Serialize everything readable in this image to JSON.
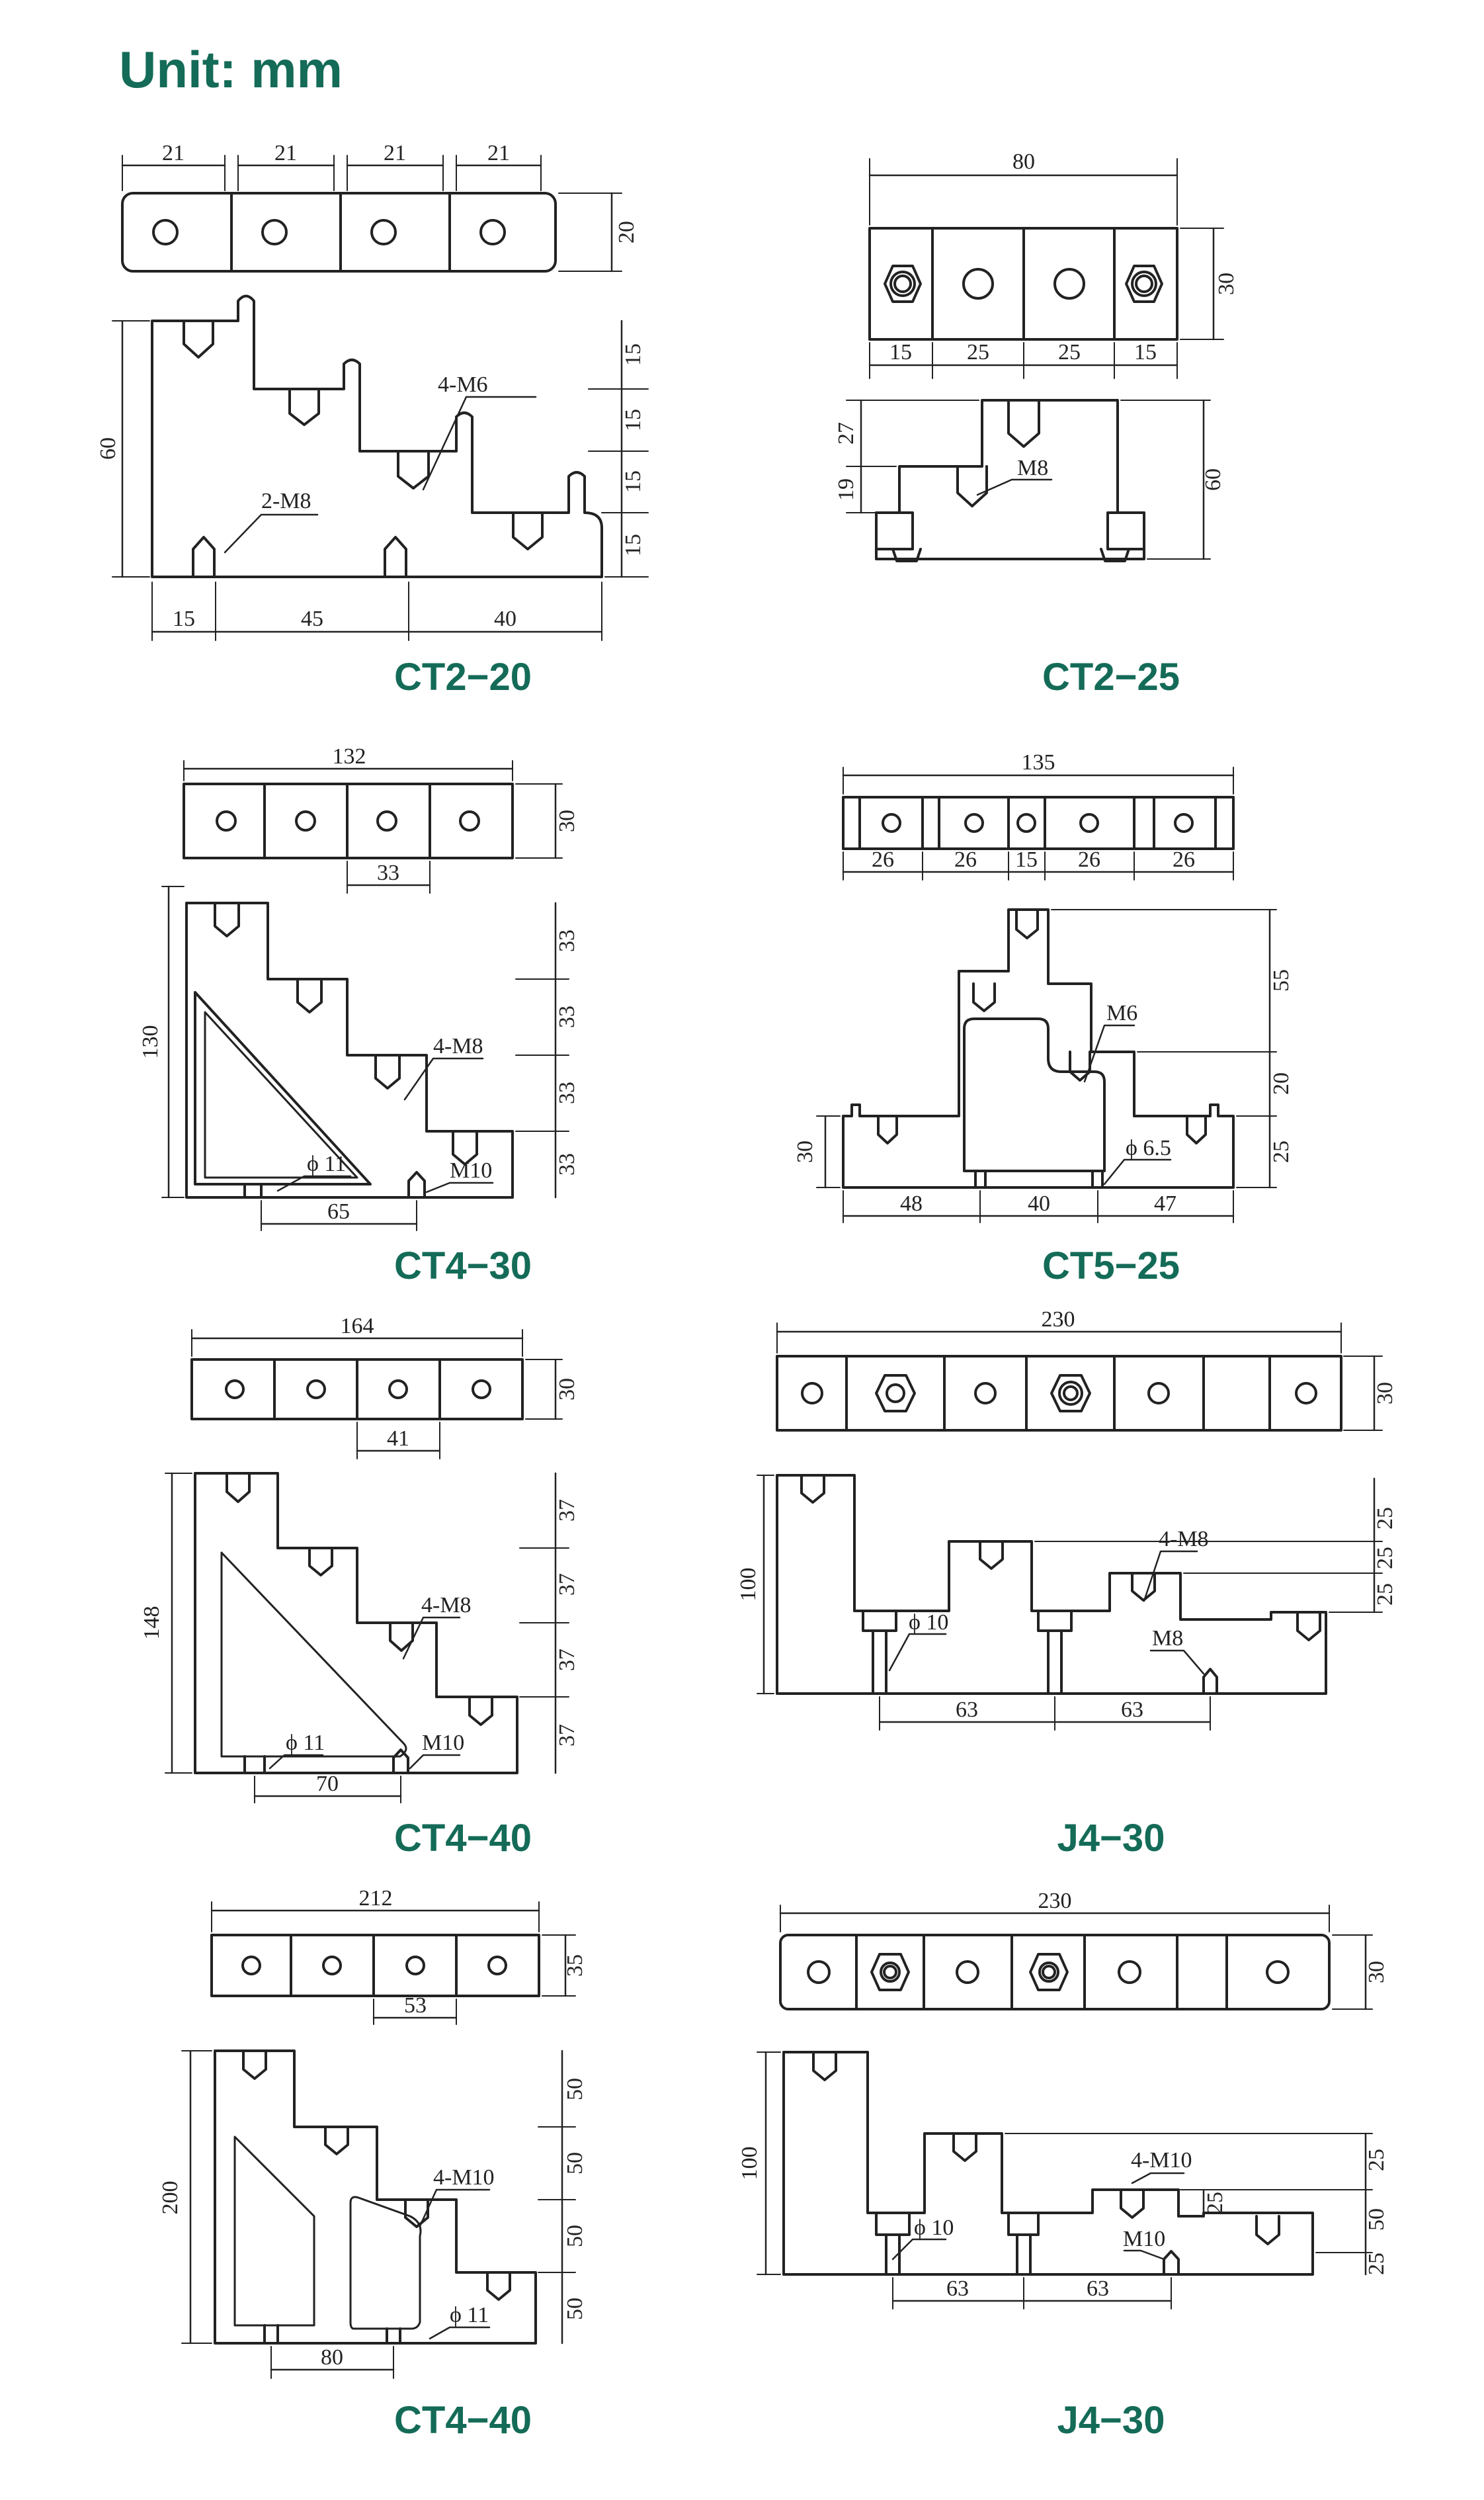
{
  "title": "Unit: mm",
  "colors": {
    "accent": "#146b57",
    "line": "#222222"
  },
  "drawings": [
    {
      "caption": "CT2−20",
      "top_dims": [
        "21",
        "21",
        "21",
        "21"
      ],
      "height_dim": "20",
      "side_height": "60",
      "steps": [
        "15",
        "15",
        "15",
        "15"
      ],
      "bottom_dims": [
        "15",
        "45",
        "40"
      ],
      "labels": {
        "tap_a": "4-M6",
        "tap_b": "2-M8"
      }
    },
    {
      "caption": "CT2−25",
      "width": "80",
      "height_dim": "30",
      "top_dims": [
        "15",
        "25",
        "25",
        "15"
      ],
      "left_dims": [
        "27",
        "19"
      ],
      "side_height": "60",
      "labels": {
        "tap": "M8"
      }
    },
    {
      "caption": "CT4−30",
      "width": "132",
      "height_dim": "30",
      "pitch": "33",
      "side_height": "130",
      "steps": [
        "33",
        "33",
        "33",
        "33"
      ],
      "bottom_dim": "65",
      "labels": {
        "tap_a": "4-M8",
        "hole": "ϕ 11",
        "tap_b": "M10"
      }
    },
    {
      "caption": "CT5−25",
      "width": "135",
      "top_dims": [
        "26",
        "26",
        "15",
        "26",
        "26"
      ],
      "left_dim": "30",
      "right_dims": [
        "55",
        "20",
        "25"
      ],
      "bottom_dims": [
        "48",
        "40",
        "47"
      ],
      "labels": {
        "tap": "M6",
        "hole": "ϕ 6.5"
      }
    },
    {
      "caption": "CT4−40",
      "width": "164",
      "height_dim": "30",
      "pitch": "41",
      "side_height": "148",
      "steps": [
        "37",
        "37",
        "37",
        "37"
      ],
      "bottom_dim": "70",
      "labels": {
        "tap_a": "4-M8",
        "hole": "ϕ 11",
        "tap_b": "M10"
      }
    },
    {
      "caption": "J4−30",
      "width": "230",
      "height_dim": "30",
      "side_height": "100",
      "steps": [
        "25",
        "25",
        "25"
      ],
      "bottom_dims": [
        "63",
        "63"
      ],
      "labels": {
        "tap_a": "4-M8",
        "hole": "ϕ 10",
        "tap_b": "M8"
      }
    },
    {
      "caption": "CT4−40",
      "width": "212",
      "height_dim": "35",
      "pitch": "53",
      "side_height": "200",
      "steps": [
        "50",
        "50",
        "50",
        "50"
      ],
      "bottom_dim": "80",
      "labels": {
        "tap_a": "4-M10",
        "hole": "ϕ 11"
      }
    },
    {
      "caption": "J4−30",
      "width": "230",
      "height_dim": "30",
      "side_height": "100",
      "steps": [
        "25",
        "50",
        "25"
      ],
      "inner_dim": "25",
      "bottom_dims": [
        "63",
        "63"
      ],
      "labels": {
        "tap_a": "4-M10",
        "hole": "ϕ 10",
        "tap_b": "M10"
      }
    }
  ]
}
